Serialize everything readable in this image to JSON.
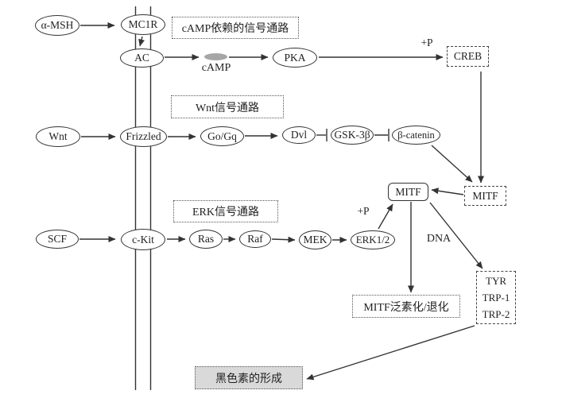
{
  "pathway_labels": {
    "camp_dependent": "cAMP依赖的信号通路",
    "wnt": "Wnt信号通路",
    "erk": "ERK信号通路"
  },
  "nodes": {
    "alpha_msh": "α-MSH",
    "mc1r": "MC1R",
    "ac": "AC",
    "camp": "cAMP",
    "pka": "PKA",
    "creb": "CREB",
    "wnt": "Wnt",
    "frizzled": "Frizzled",
    "go_gq": "Go/Gq",
    "dvl": "Dvl",
    "gsk3b": "GSK-3β",
    "beta_catenin": "β-catenin",
    "scf": "SCF",
    "c_kit": "c-Kit",
    "ras": "Ras",
    "raf": "Raf",
    "mek": "MEK",
    "erk12": "ERK1/2",
    "mitf_solid": "MITF",
    "mitf_dashed": "MITF",
    "tyr": "TYR",
    "trp1": "TRP-1",
    "trp2": "TRP-2",
    "mitf_degradation": "MITF泛素化/退化",
    "melanin_formation": "黑色素的形成"
  },
  "annotations": {
    "phospho_creb": "+P",
    "phospho_mitf": "+P",
    "dna": "DNA"
  },
  "colors": {
    "line": "#333333",
    "camp_fill": "#a6a6a6",
    "melanin_fill": "#d9d9d9",
    "background": "#ffffff"
  }
}
